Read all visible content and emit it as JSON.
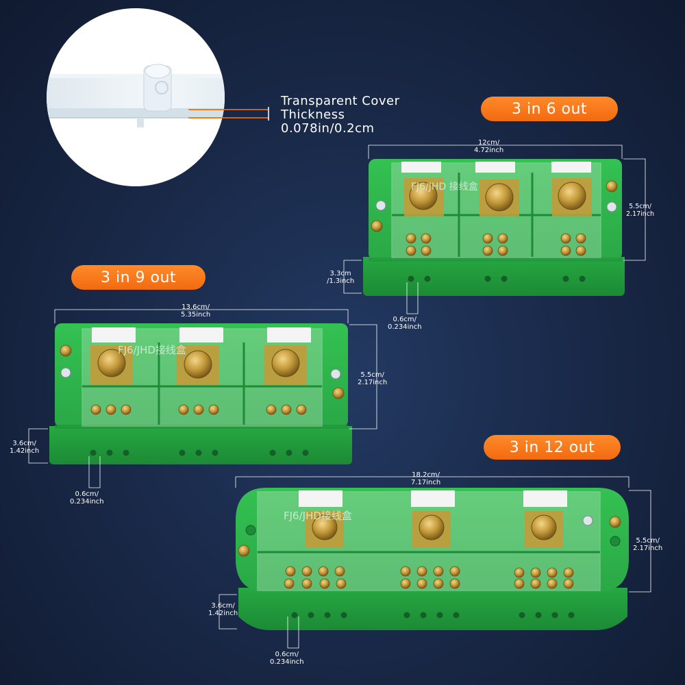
{
  "cover": {
    "line1": "Transparent Cover",
    "line2": "Thickness",
    "line3": "0.078in/0.2cm"
  },
  "badges": {
    "b6": "3 in 6 out",
    "b9": "3 in 9 out",
    "b12": "3 in 12 out"
  },
  "box6": {
    "width_cm": "12cm/",
    "width_in": "4.72inch",
    "height_cm": "5.5cm/",
    "height_in": "2.17inch",
    "depth_cm": "3.3cm",
    "depth_in": "/1.3inch",
    "hole_cm": "0.6cm/",
    "hole_in": "0.234inch",
    "brand": "FJ6/JHD 接线盒"
  },
  "box9": {
    "width_cm": "13.6cm/",
    "width_in": "5.35inch",
    "height_cm": "5.5cm/",
    "height_in": "2.17inch",
    "depth_cm": "3.6cm/",
    "depth_in": "1.42inch",
    "hole_cm": "0.6cm/",
    "hole_in": "0.234inch",
    "brand": "FJ6/JHD接线盒"
  },
  "box12": {
    "width_cm": "18.2cm/",
    "width_in": "7.17inch",
    "height_cm": "5.5cm/",
    "height_in": "2.17inch",
    "depth_cm": "3.6cm/",
    "depth_in": "1.42inch",
    "hole_cm": "0.6cm/",
    "hole_in": "0.234inch",
    "brand": "FJ6/JHD接线盒"
  },
  "colors": {
    "green_top": "#2db54a",
    "green_side": "#229a3c",
    "accent_orange": "#f57a1c",
    "brass": "#c49a3a"
  }
}
